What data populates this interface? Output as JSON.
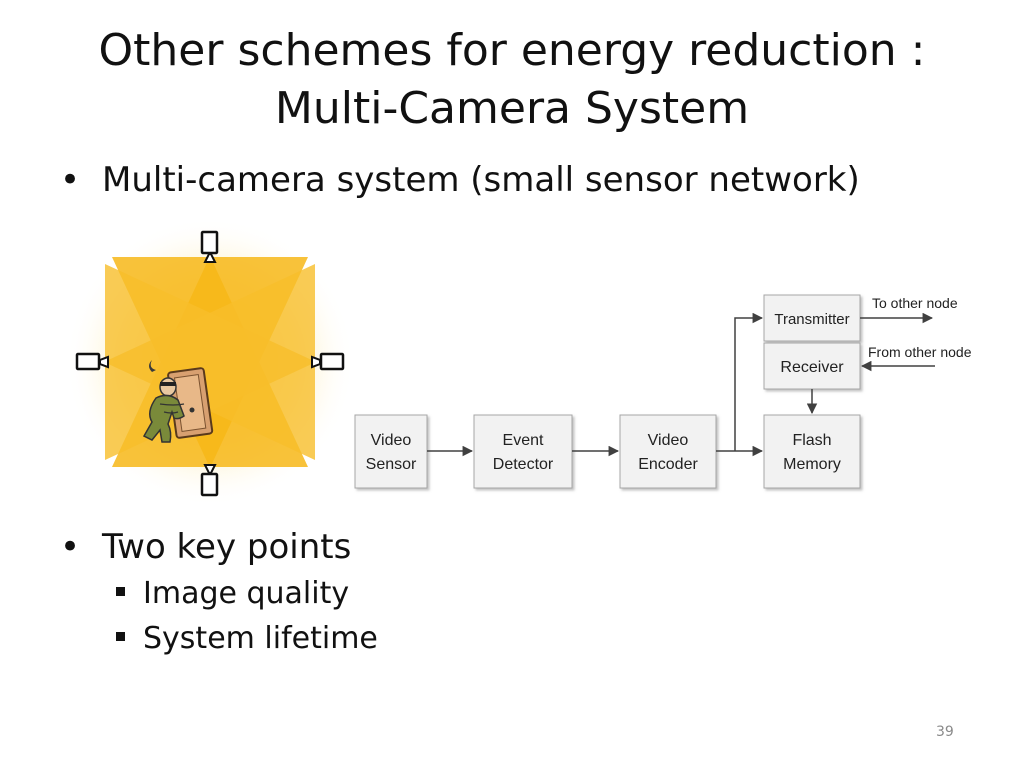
{
  "slide": {
    "title_line1": "Other schemes for energy reduction :",
    "title_line2": "Multi-Camera System",
    "bullet1": "Multi-camera system (small sensor network)",
    "bullet2": "Two key points",
    "sub_points": [
      "Image quality",
      "System lifetime"
    ],
    "page_number": "39"
  },
  "diagram": {
    "video_sensor": [
      "Video",
      "Sensor"
    ],
    "event_detector": [
      "Event",
      "Detector"
    ],
    "video_encoder": [
      "Video",
      "Encoder"
    ],
    "flash_memory": [
      "Flash",
      "Memory"
    ],
    "transmitter": "Transmitter",
    "receiver": "Receiver",
    "to_other_node": "To other node",
    "from_other_node": "From other node"
  },
  "colors": {
    "beam": "#f7b718",
    "glow": "#fde9a8",
    "box_fill": "#f2f2f2",
    "box_border": "#a6a6a6",
    "arrow": "#404040"
  }
}
